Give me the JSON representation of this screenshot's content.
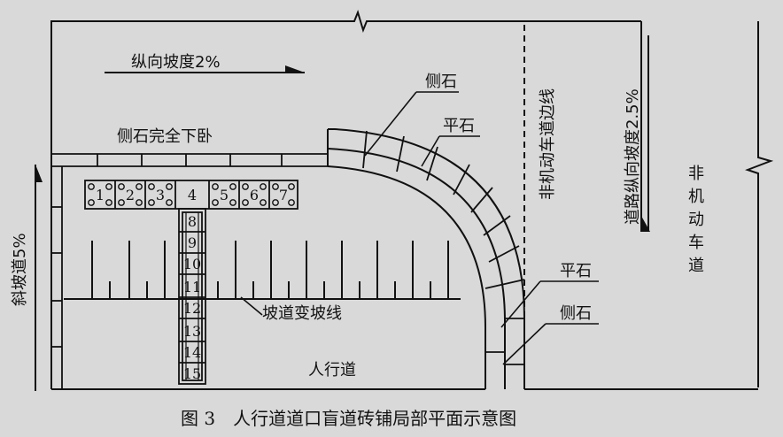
{
  "labels": {
    "slope_long": "纵向坡度2%",
    "curb_laydown": "侧石完全下卧",
    "curb_top": "侧石",
    "flat_top": "平石",
    "bike_edge": "非机动车道边线",
    "road_slope": "道路纵向坡度2.5%",
    "bike_lane": "非机动车道",
    "ramp_slope": "斜坡道5%",
    "grade_change": "坡道变坡线",
    "flat_right": "平石",
    "curb_right": "侧石",
    "sidewalk": "人行道"
  },
  "caption": "图 3　人行道道口盲道砖铺局部平面示意图",
  "tile_numbers": {
    "row": [
      "1",
      "2",
      "3",
      "4",
      "5",
      "6",
      "7"
    ],
    "column": [
      "8",
      "9",
      "10",
      "11",
      "12",
      "13",
      "14",
      "15"
    ]
  }
}
